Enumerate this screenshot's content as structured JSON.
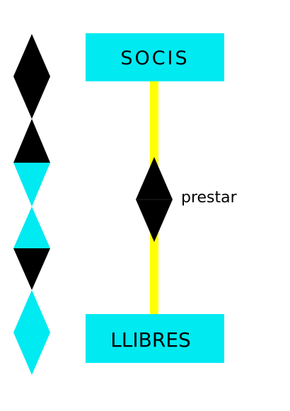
{
  "colors": {
    "background": "#ffffff",
    "entity_fill": "#00eaf2",
    "connector": "#ffff00",
    "relationship_fill": "#000000",
    "text": "#000000"
  },
  "legend": {
    "shapes": [
      {
        "top": "black",
        "bottom": "black"
      },
      {
        "top": "black",
        "bottom": "cyan"
      },
      {
        "top": "cyan",
        "bottom": "black"
      },
      {
        "top": "cyan",
        "bottom": "cyan"
      }
    ]
  },
  "entities": {
    "top": {
      "label": "SOCIS"
    },
    "bottom": {
      "label": "LLIBRES"
    }
  },
  "relationship": {
    "label": "prestar",
    "fill": "black"
  }
}
